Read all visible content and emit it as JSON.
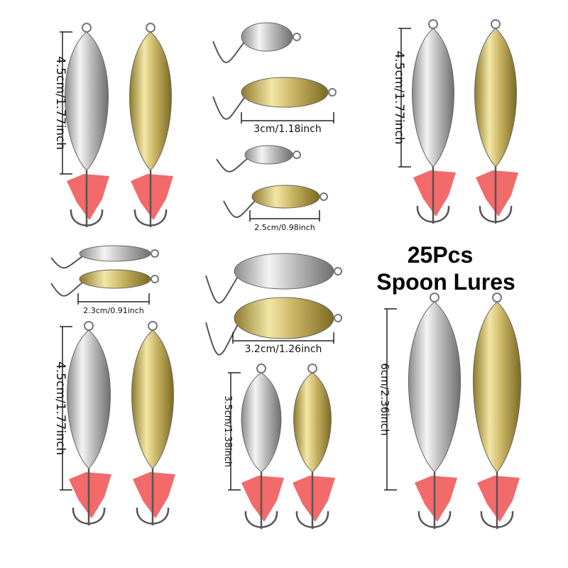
{
  "title": {
    "line1": "25Pcs",
    "line2": "Spoon Lures"
  },
  "dimensions": {
    "top_left": "4.5cm/1.77inch",
    "top_middle": "3cm/1.18inch",
    "middle_small": "2.5cm/0.98inch",
    "top_right": "4.5cm/1.77inch",
    "left_small": "2.3cm/0.91inch",
    "middle": "3.2cm/1.26inch",
    "bottom_left": "4.5cm/1.77inch",
    "bottom_middle": "3.5cm/1.38inch",
    "bottom_right": "6cm/2.36inch"
  },
  "colors": {
    "silver": "#d8d8d8",
    "gold": "#c9b463",
    "flag": "#f26a6a",
    "hook": "#555555"
  }
}
